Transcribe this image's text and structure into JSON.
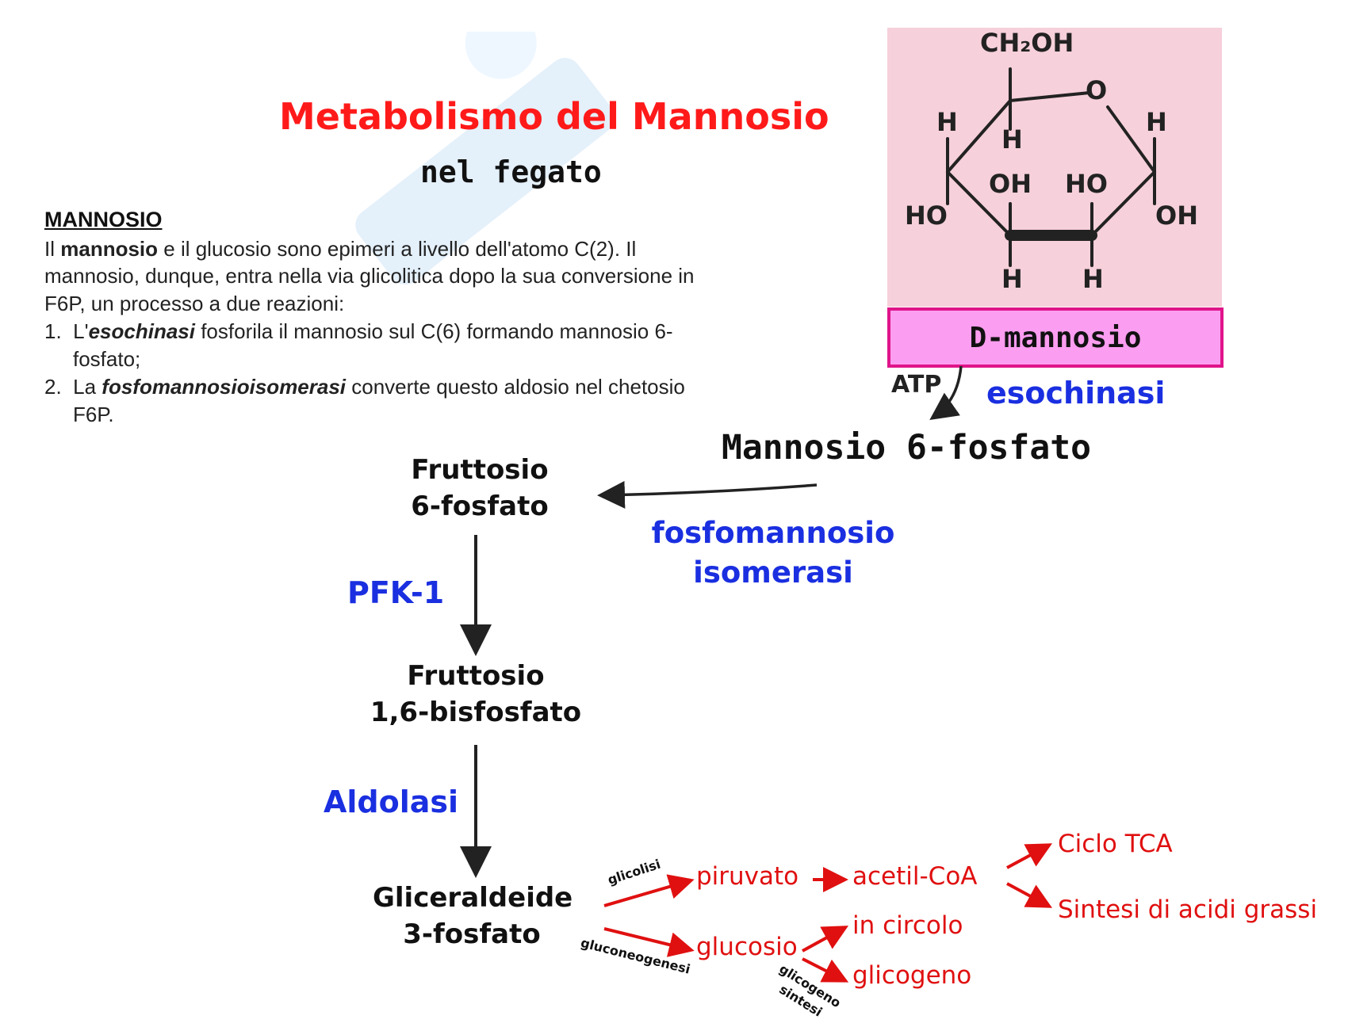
{
  "title": "Metabolismo del Mannosio",
  "subtitle": "nel fegato",
  "text_block": {
    "heading": "MANNOSIO",
    "line1_a": "Il ",
    "line1_bold": "mannosio",
    "line1_b": " e il glucosio sono epimeri a livello dell'atomo C(2). Il",
    "line2": "mannosio, dunque, entra nella via glicolitica dopo la sua conversione in",
    "line3": "F6P, un processo a due reazioni:",
    "item1_num": "1.",
    "item1_a": "L'",
    "item1_bolditalic": "esochinasi",
    "item1_b": " fosforila il mannosio sul C(6) formando mannosio 6-",
    "item1_cont": "fosfato;",
    "item2_num": "2.",
    "item2_a": "La ",
    "item2_bolditalic": "fosfomannosioisomerasi",
    "item2_b": " converte questo aldosio nel chetosio",
    "item2_cont": "F6P."
  },
  "structure": {
    "label": "D-mannosio",
    "atoms": {
      "ch2oh": "CH₂OH",
      "o": "O",
      "h_top_left": "H",
      "h_c5": "H",
      "h_top_right": "H",
      "oh_inner_left": "OH",
      "ho_inner_right": "HO",
      "ho_left": "HO",
      "oh_right": "OH",
      "h_bottom_left": "H",
      "h_bottom_right": "H"
    }
  },
  "pathway": {
    "atp": "ATP",
    "esochinasi": "esochinasi",
    "m6p": "Mannosio 6-fosfato",
    "f6p_line1": "Fruttosio",
    "f6p_line2": "6-fosfato",
    "pmi_line1": "fosfomannosio",
    "pmi_line2": "isomerasi",
    "pfk": "PFK-1",
    "fbp_line1": "Fruttosio",
    "fbp_line2": "1,6-bisfosfato",
    "aldolasi": "Aldolasi",
    "g3p_line1": "Gliceraldeide",
    "g3p_line2": "3-fosfato",
    "glicolisi": "glicolisi",
    "gluconeogenesi": "gluconeogenesi",
    "piruvato": "piruvato",
    "acetil_coa": "acetil-CoA",
    "ciclo_tca": "Ciclo TCA",
    "sintesi_acidi": "Sintesi di acidi grassi",
    "glucosio": "glucosio",
    "in_circolo": "in circolo",
    "glicogeno": "glicogeno",
    "glicogeno_sintesi_1": "glicogeno",
    "glicogeno_sintesi_2": "sintesi"
  },
  "colors": {
    "title_red": "#ff1a1a",
    "enzyme_blue": "#1a2fe0",
    "fate_red": "#e01010",
    "panel_pink": "#f6d0da",
    "label_box_fill": "#fb9df0",
    "label_box_border": "#e0148a"
  }
}
